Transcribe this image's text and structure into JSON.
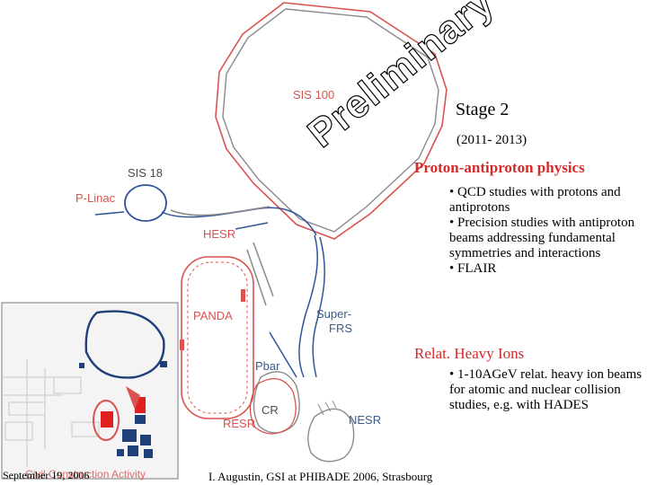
{
  "diagram": {
    "labels": {
      "sis100": "SIS 100",
      "sis18": "SIS 18",
      "plinac": "P-Linac",
      "hesr": "HESR",
      "panda": "PANDA",
      "superfrs": [
        "Super-",
        "FRS"
      ],
      "pbar": "Pbar",
      "cr": "CR",
      "resr": "RESR",
      "nesr": "NESR"
    },
    "watermark": "Preliminary",
    "colors": {
      "red": "#d9534f",
      "blue": "#2f5597",
      "gray": "#8a8a8a"
    }
  },
  "stage": {
    "title": "Stage 2",
    "years": "(2011- 2013)"
  },
  "sections": {
    "pap": {
      "title": "Proton-antiproton physics",
      "bullets": [
        "• QCD studies with protons and antiprotons",
        "• Precision studies with antiproton beams addressing fundamental symmetries and interactions",
        "• FLAIR"
      ]
    },
    "heavy_ions": {
      "title": "Relat. Heavy Ions",
      "bullets": [
        "• 1-10AGeV relat. heavy ion beams for atomic and nuclear collision studies, e.g. with HADES"
      ]
    }
  },
  "footer": {
    "date": "September 19, 2006",
    "civil": "Civil Construction Activity",
    "author": "I. Augustin, GSI at PHIBADE 2006, Strasbourg"
  }
}
